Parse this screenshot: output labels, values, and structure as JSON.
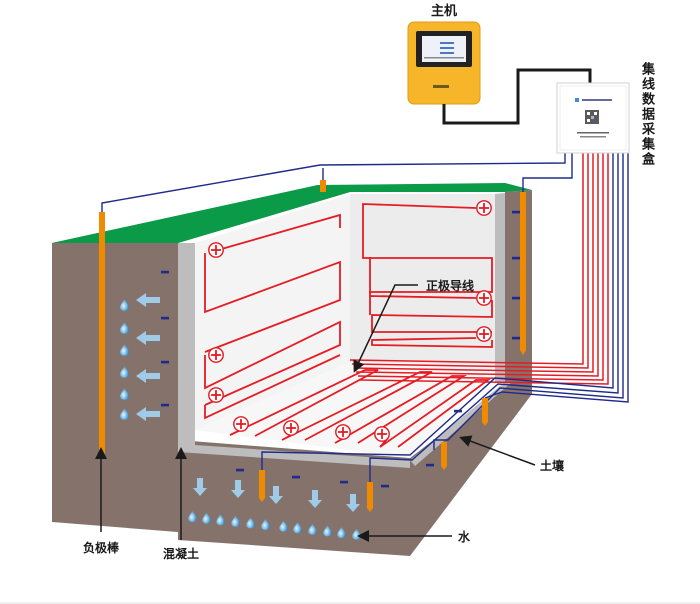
{
  "diagram": {
    "title": "Electro-osmotic waterproofing system schematic",
    "colors": {
      "soil": "#85736b",
      "grass": "#0a9a48",
      "concrete": "#bdbdbd",
      "wall_inner": "#f0f0f0",
      "positive_wire": "#e51c23",
      "negative_wire": "#1f2b8c",
      "cathode_rod": "#f08a00",
      "host_body": "#f7b52a",
      "water_arrow": "#9fcbe8",
      "label_text": "#1a1a1a"
    },
    "labels": {
      "host": "主机",
      "junction_box": "集线数据采集盒",
      "positive_wire": "正极导线",
      "soil": "土壤",
      "water": "水",
      "cathode_rod": "负极棒",
      "concrete": "混凝土"
    },
    "symbols": {
      "positive": "+",
      "negative": "−"
    },
    "icons": [
      "host-device-icon",
      "junction-box-icon",
      "qr-code-icon",
      "water-drop-icon",
      "flow-arrow-icon",
      "positive-terminal-icon",
      "cathode-rod-icon"
    ]
  }
}
